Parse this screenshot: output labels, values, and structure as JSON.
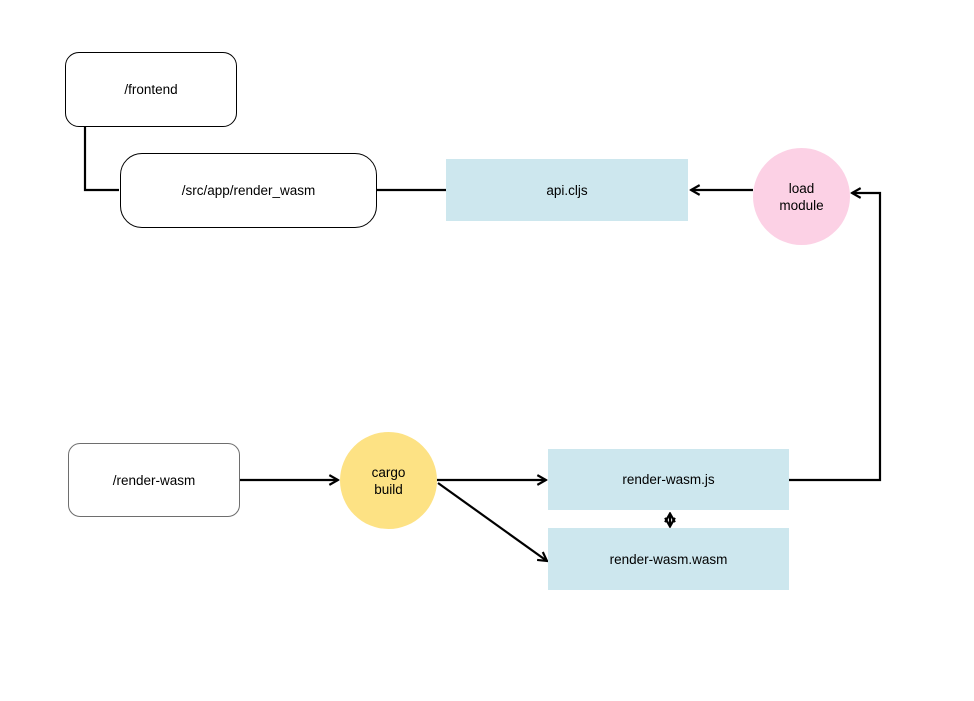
{
  "colors": {
    "background": "#ffffff",
    "text": "#000000",
    "connector": "#000000",
    "file_box": "#cde7ee",
    "process_pink": "#fcd1e5",
    "process_yellow": "#fde284",
    "plain_box_border_dark": "#000000",
    "plain_box_border_gray": "#6e6e6e"
  },
  "nodes": {
    "frontend": {
      "label": "/frontend"
    },
    "src_app_render_wasm": {
      "label": "/src/app/render_wasm"
    },
    "api_cljs": {
      "label": "api.cljs"
    },
    "load_module": {
      "line1": "load",
      "line2": "module"
    },
    "render_wasm_dir": {
      "label": "/render-wasm"
    },
    "cargo_build": {
      "line1": "cargo",
      "line2": "build"
    },
    "render_wasm_js": {
      "label": "render-wasm.js"
    },
    "render_wasm_wasm": {
      "label": "render-wasm.wasm"
    }
  }
}
